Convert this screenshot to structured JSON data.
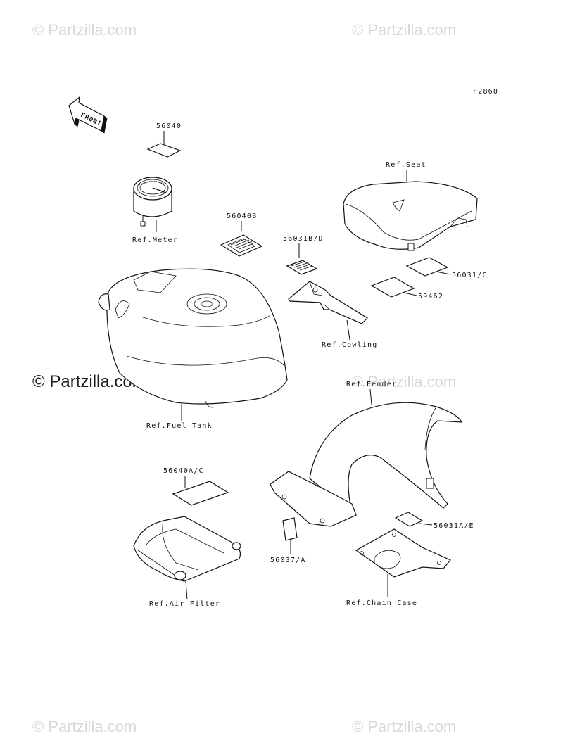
{
  "figure_code": "F2860",
  "front_arrow_text": "FRONT",
  "watermark_text": "© Partzilla.com",
  "labels": {
    "p56040": "56040",
    "ref_meter": "Ref.Meter",
    "p56040b": "56040B",
    "p56031bd": "56031B/D",
    "ref_seat": "Ref.Seat",
    "p56031c": "56031/C",
    "p59462": "59462",
    "ref_cowling": "Ref.Cowling",
    "ref_fuel_tank": "Ref.Fuel Tank",
    "ref_fender": "Ref.Fender",
    "p56040ac": "56040A/C",
    "p56037a": "56037/A",
    "p56031ae": "56031A/E",
    "ref_air_filter": "Ref.Air Filter",
    "ref_chain_case": "Ref.Chain Case"
  }
}
